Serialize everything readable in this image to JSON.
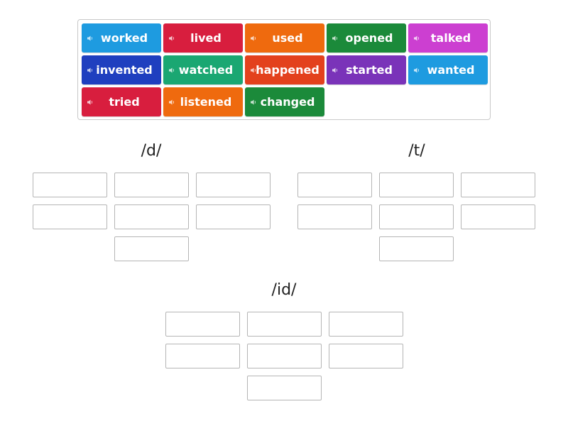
{
  "word_bank": {
    "tiles": [
      {
        "label": "worked",
        "color": "#1e9be0"
      },
      {
        "label": "lived",
        "color": "#d81e3e"
      },
      {
        "label": "used",
        "color": "#ef6a0e"
      },
      {
        "label": "opened",
        "color": "#1b8a3a"
      },
      {
        "label": "talked",
        "color": "#cc3fd1"
      },
      {
        "label": "invented",
        "color": "#1f3fbf"
      },
      {
        "label": "watched",
        "color": "#1aa772"
      },
      {
        "label": "happened",
        "color": "#e3411d"
      },
      {
        "label": "started",
        "color": "#7a33b9"
      },
      {
        "label": "wanted",
        "color": "#1e9be0"
      },
      {
        "label": "tried",
        "color": "#d81e3e"
      },
      {
        "label": "listened",
        "color": "#ef6a0e"
      },
      {
        "label": "changed",
        "color": "#1b8a3a"
      }
    ]
  },
  "groups": [
    {
      "title": "/d/"
    },
    {
      "title": "/t/"
    },
    {
      "title": "/id/"
    }
  ],
  "icons": {
    "tile_icon": "speaker-icon"
  }
}
